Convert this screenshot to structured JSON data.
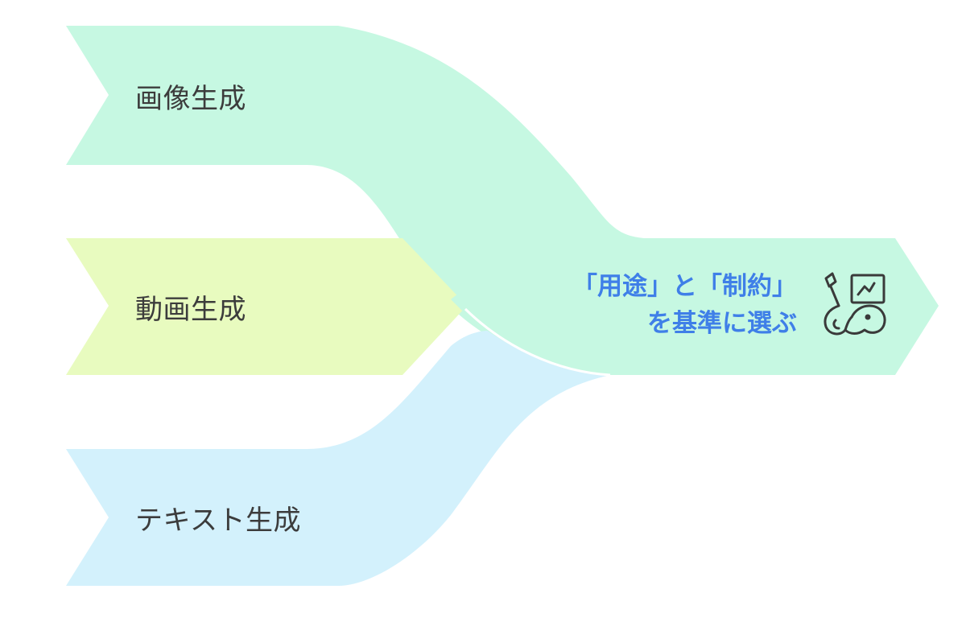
{
  "inputs": {
    "image_generation": "画像生成",
    "video_generation": "動画生成",
    "text_generation": "テキスト生成"
  },
  "output": {
    "line1": "「用途」と「制約」",
    "line2": "を基準に選ぶ",
    "icon": "painting-elephant-icon"
  },
  "colors": {
    "image_band": "#c6f8e2",
    "video_band": "#e8fbbf",
    "text_band": "#d3f1fc",
    "output_band": "#c6f8e2",
    "output_text": "#3f7fe8",
    "label_text": "#3c3c3c",
    "icon_stroke": "#3a3a3a"
  }
}
